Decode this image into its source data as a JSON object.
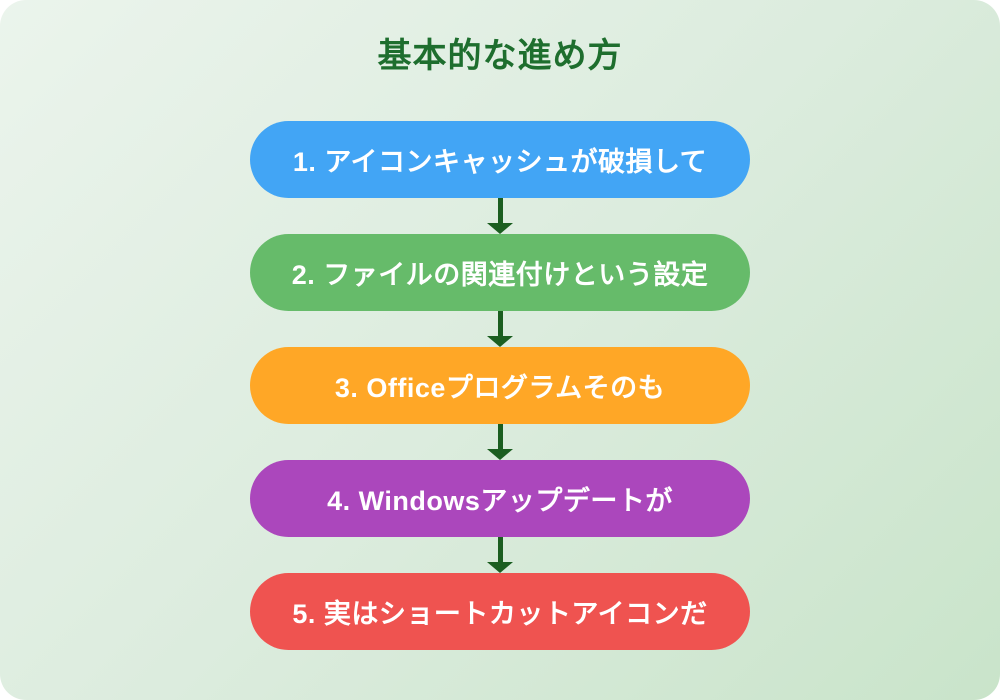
{
  "title": "基本的な進め方",
  "colors": {
    "title": "#1E6E2E",
    "arrow": "#1B5E20",
    "background_from": "#EBF4EC",
    "background_mid": "#DCECDE",
    "background_to": "#C9E4CA",
    "step_text": "#FFFFFF"
  },
  "steps": [
    {
      "label": "1. アイコンキャッシュが破損して",
      "color": "#42A5F5"
    },
    {
      "label": "2. ファイルの関連付けという設定",
      "color": "#66BB6A"
    },
    {
      "label": "3. Officeプログラムそのも",
      "color": "#FFA726"
    },
    {
      "label": "4. Windowsアップデートが",
      "color": "#AB47BC"
    },
    {
      "label": "5. 実はショートカットアイコンだ",
      "color": "#EF5350"
    }
  ]
}
